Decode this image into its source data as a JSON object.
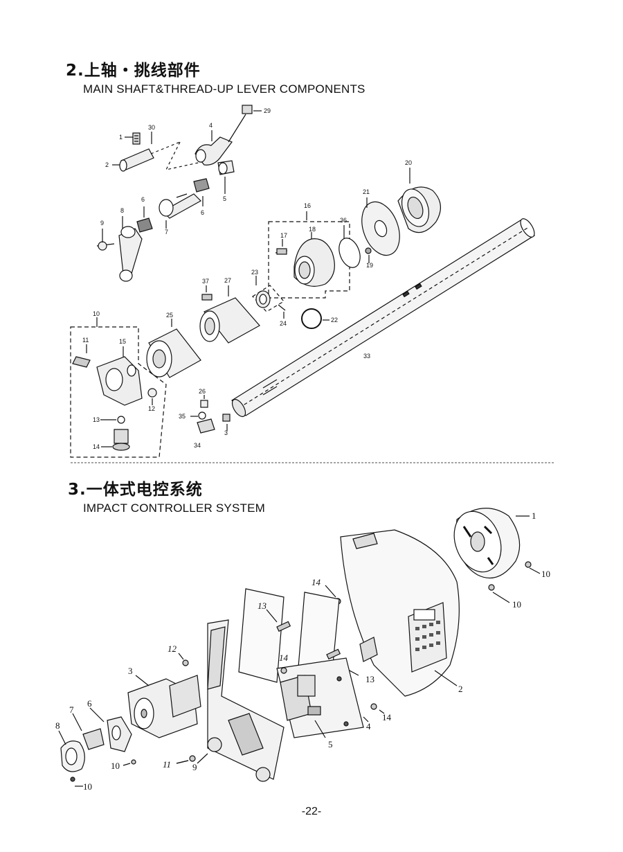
{
  "section2": {
    "title_cn": "2.上轴・挑线部件",
    "title_en": "MAIN SHAFT&THREAD-UP LEVER COMPONENTS"
  },
  "section3": {
    "title_cn": "3.一体式电控系统",
    "title_en": "IMPACT CONTROLLER SYSTEM"
  },
  "parts_top": {
    "p1": "1",
    "p2": "2",
    "p3": "3",
    "p4": "4",
    "p5": "5",
    "p6a": "6",
    "p6b": "6",
    "p7": "7",
    "p8": "8",
    "p9": "9",
    "p10": "10",
    "p11": "11",
    "p12": "12",
    "p13": "13",
    "p14": "14",
    "p15": "15",
    "p16": "16",
    "p17": "17",
    "p18": "18",
    "p19": "19",
    "p20": "20",
    "p21": "21",
    "p22": "22",
    "p23": "23",
    "p24": "24",
    "p25": "25",
    "p26": "26",
    "p27": "27",
    "p29": "29",
    "p30": "30",
    "p33": "33",
    "p34": "34",
    "p35": "35",
    "p36": "36",
    "p37": "37"
  },
  "parts_bottom": {
    "p1": "1",
    "p2": "2",
    "p3": "3",
    "p4": "4",
    "p5": "5",
    "p6": "6",
    "p7": "7",
    "p8": "8",
    "p9": "9",
    "p10a": "10",
    "p10b": "10",
    "p10c": "10",
    "p10d": "10",
    "p11": "11",
    "p12": "12",
    "p13a": "13",
    "p13b": "13",
    "p14a": "14",
    "p14b": "14",
    "p14c": "14"
  },
  "page_number": "-22-"
}
